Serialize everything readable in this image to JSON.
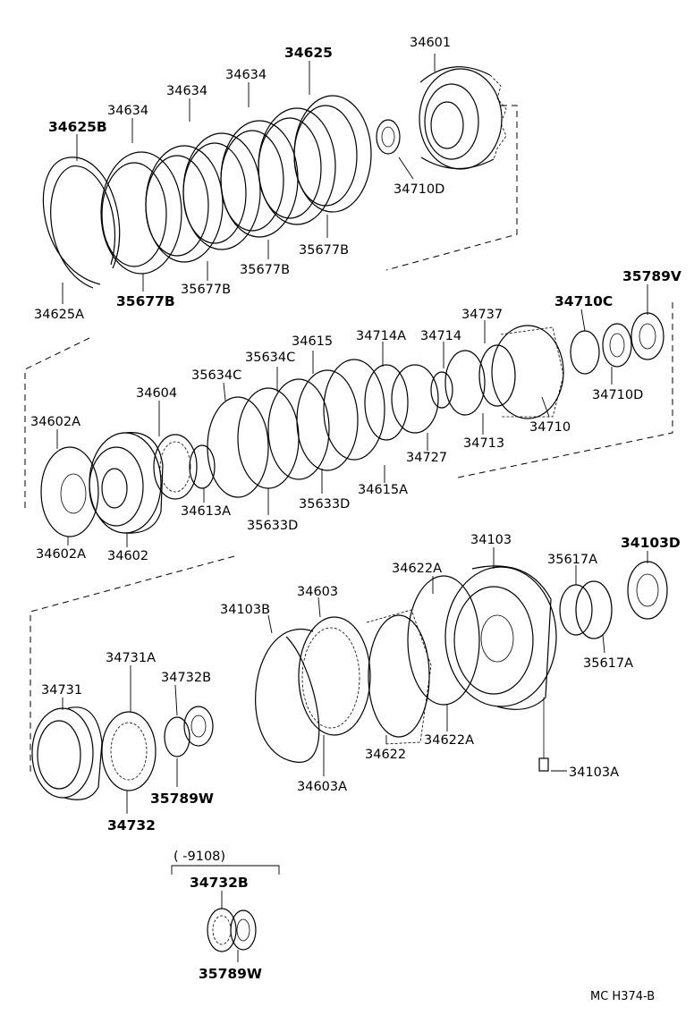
{
  "diagram": {
    "code": "MC  H374-B",
    "date_range": "(       -9108)",
    "parts": {
      "p34601": "34601",
      "p34625": "34625",
      "p34634_a": "34634",
      "p34634_b": "34634",
      "p34634_c": "34634",
      "p34625B": "34625B",
      "p34710D_top": "34710D",
      "p35677B_a": "35677B",
      "p35677B_b": "35677B",
      "p35677B_c": "35677B",
      "p35677B_d": "35677B",
      "p34625A": "34625A",
      "p35789V": "35789V",
      "p34710C": "34710C",
      "p34737": "34737",
      "p34615": "34615",
      "p34714A": "34714A",
      "p34714": "34714",
      "p35634C_a": "35634C",
      "p35634C_b": "35634C",
      "p34604": "34604",
      "p34602A_top": "34602A",
      "p34710D_mid": "34710D",
      "p34710": "34710",
      "p34713": "34713",
      "p34727": "34727",
      "p34615A": "34615A",
      "p35633D_a": "35633D",
      "p35633D_b": "35633D",
      "p34613A": "34613A",
      "p34602": "34602",
      "p34602A_bot": "34602A",
      "p34103": "34103",
      "p34103D": "34103D",
      "p35617A_a": "35617A",
      "p35617A_b": "35617A",
      "p34622A_a": "34622A",
      "p34622A_b": "34622A",
      "p34603": "34603",
      "p34103B": "34103B",
      "p34731A": "34731A",
      "p34732B": "34732B",
      "p34731": "34731",
      "p35789W": "35789W",
      "p34732": "34732",
      "p34603A": "34603A",
      "p34622": "34622",
      "p34103A": "34103A",
      "p34732B_inset": "34732B",
      "p35789W_inset": "35789W"
    }
  }
}
